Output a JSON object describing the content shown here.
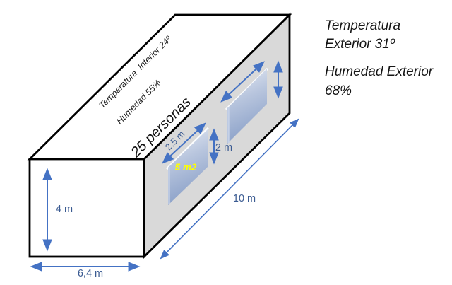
{
  "diagram": {
    "interior": {
      "temperature": "Temperatura  Interior 24º",
      "humidity": "Humedad 55%",
      "occupancy": "25 personas"
    },
    "dimensions": {
      "height": "4 m",
      "width": "6,4 m",
      "length": "10 m",
      "window_width": "2,5 m",
      "window_height": "2 m",
      "window_area": "5 m2"
    },
    "exterior": {
      "temperature": "Temperatura Exterior 31º",
      "humidity": "Humedad Exterior 68%"
    },
    "colors": {
      "arrow_blue": "#4472C4",
      "dimension_text": "#3B5B92",
      "face_gray": "#D9D9D9",
      "edge_black": "#000000",
      "window_light": "#E9EDF5",
      "window_dark": "#8AA0C8",
      "area_label_yellow": "#FFFF00"
    }
  }
}
